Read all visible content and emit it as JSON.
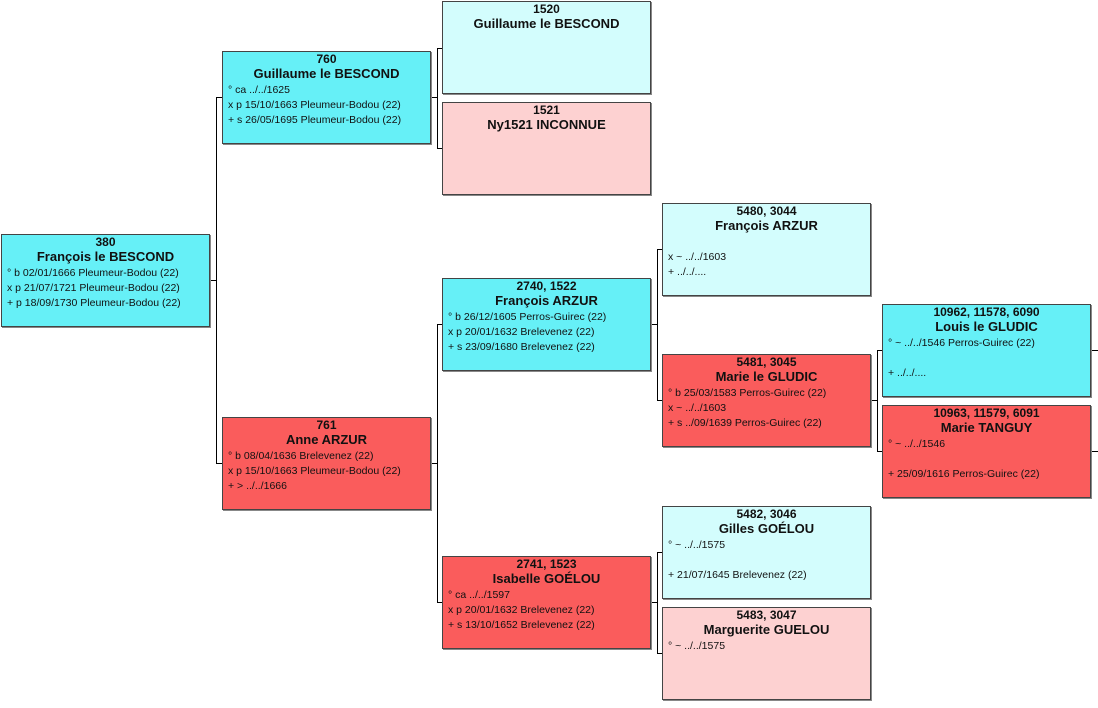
{
  "colors": {
    "male_dark": "#66f0f7",
    "male_light": "#d3fdfd",
    "female_dark": "#fa5c5c",
    "female_light": "#fdd1d1",
    "line": "#000000"
  },
  "persons": {
    "p380": {
      "num": "380",
      "name": "François le BESCOND",
      "events": [
        "° b 02/01/1666 Pleumeur-Bodou (22)",
        "x p 21/07/1721 Pleumeur-Bodou (22)",
        "+ p 18/09/1730 Pleumeur-Bodou (22)"
      ]
    },
    "p760": {
      "num": "760",
      "name": "Guillaume le BESCOND",
      "events": [
        "° ca ../../1625",
        "x p 15/10/1663 Pleumeur-Bodou (22)",
        "+ s 26/05/1695 Pleumeur-Bodou (22)"
      ]
    },
    "p761": {
      "num": "761",
      "name": "Anne ARZUR",
      "events": [
        "° b 08/04/1636 Brelevenez (22)",
        "x p 15/10/1663 Pleumeur-Bodou (22)",
        "+ > ../../1666"
      ]
    },
    "p1520": {
      "num": "1520",
      "name": "Guillaume le BESCOND",
      "events": []
    },
    "p1521": {
      "num": "1521",
      "name": "Ny1521 INCONNUE",
      "events": []
    },
    "p2740": {
      "num": "2740, 1522",
      "name": "François ARZUR",
      "events": [
        "° b 26/12/1605 Perros-Guirec (22)",
        "x p 20/01/1632 Brelevenez (22)",
        "+ s 23/09/1680 Brelevenez (22)"
      ]
    },
    "p2741": {
      "num": "2741, 1523",
      "name": "Isabelle GOÉLOU",
      "events": [
        "° ca ../../1597",
        "x p 20/01/1632 Brelevenez (22)",
        "+ s 13/10/1652 Brelevenez (22)"
      ]
    },
    "p5480": {
      "num": "5480, 3044",
      "name": "François ARZUR",
      "events": [
        "",
        "x ~ ../../1603",
        "+ ../../...."
      ]
    },
    "p5481": {
      "num": "5481, 3045",
      "name": "Marie le GLUDIC",
      "events": [
        "° b 25/03/1583 Perros-Guirec (22)",
        "x ~ ../../1603",
        "+ s ../09/1639 Perros-Guirec (22)"
      ]
    },
    "p5482": {
      "num": "5482, 3046",
      "name": "Gilles GOÉLOU",
      "events": [
        "° ~ ../../1575",
        "",
        "+ 21/07/1645 Brelevenez (22)"
      ]
    },
    "p5483": {
      "num": "5483, 3047",
      "name": "Marguerite GUELOU",
      "events": [
        "° ~ ../../1575"
      ]
    },
    "p10962": {
      "num": "10962, 11578, 6090",
      "name": "Louis le GLUDIC",
      "events": [
        "° ~ ../../1546 Perros-Guirec (22)",
        "",
        "+ ../../...."
      ]
    },
    "p10963": {
      "num": "10963, 11579, 6091",
      "name": "Marie TANGUY",
      "events": [
        "° ~ ../../1546",
        "",
        "+ 25/09/1616 Perros-Guirec (22)"
      ]
    }
  }
}
